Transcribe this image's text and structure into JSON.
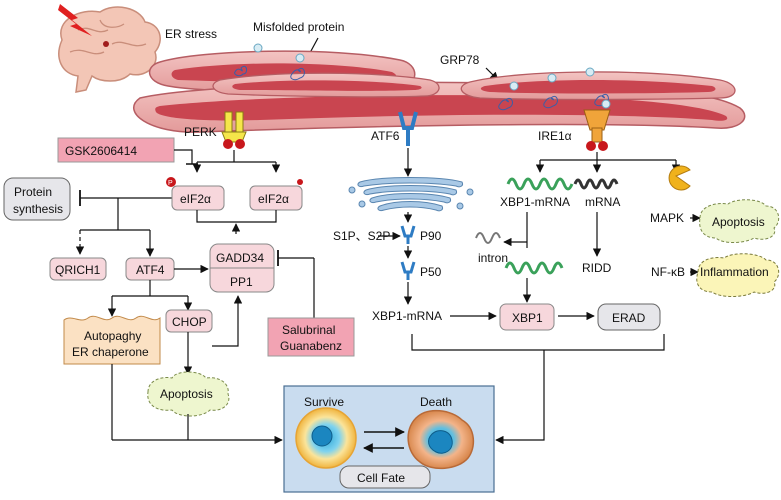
{
  "labels": {
    "er_stress": "ER stress",
    "misfolded_protein": "Misfolded protein",
    "grp78": "GRP78",
    "perk": "PERK",
    "atf6": "ATF6",
    "ire1a": "IRE1α",
    "gsk": "GSK2606414",
    "protein_synthesis_1": "Protein",
    "protein_synthesis_2": "synthesis",
    "eif2a_left": "eIF2α",
    "eif2a_right": "eIF2α",
    "qrich1": "QRICH1",
    "atf4": "ATF4",
    "gadd34": "GADD34",
    "pp1": "PP1",
    "autophagy_1": "Autopaghy",
    "autophagy_2": "ER chaperone",
    "chop": "CHOP",
    "apoptosis_left": "Apoptosis",
    "salubrinal_1": "Salubrinal",
    "salubrinal_2": "Guanabenz",
    "s1p_s2p": "S1P、S2P",
    "p90": "P90",
    "p50": "P50",
    "xbp1_mrna_left": "XBP1-mRNA",
    "xbp1_mrna_top": "XBP1-mRNA",
    "intron": "intron",
    "mrna": "mRNA",
    "ridd": "RIDD",
    "mapk": "MAPK",
    "apoptosis_right": "Apoptosis",
    "nfkb": "NF-κB",
    "inflammation": "Inflammation",
    "xbp1": "XBP1",
    "erad": "ERAD",
    "survive": "Survive",
    "death": "Death",
    "cell_fate": "Cell Fate",
    "p_mark": "P"
  },
  "colors": {
    "pink_box": "#f7d7dc",
    "inhibitor_box": "#f2a3b3",
    "apoptosis_fill": "#eef6cf",
    "inflammation_fill": "#fbf5b8",
    "grey_box": "#e6e6ea",
    "cell_fate_panel": "#c9dcef",
    "er_membrane": "#e9a7a6",
    "er_lumen": "#c94550",
    "perk_yellow": "#f5e64a",
    "ire1_orange": "#f0a43a",
    "atf6_blue": "#2e7cc4",
    "phospho_red": "#c8171c"
  }
}
